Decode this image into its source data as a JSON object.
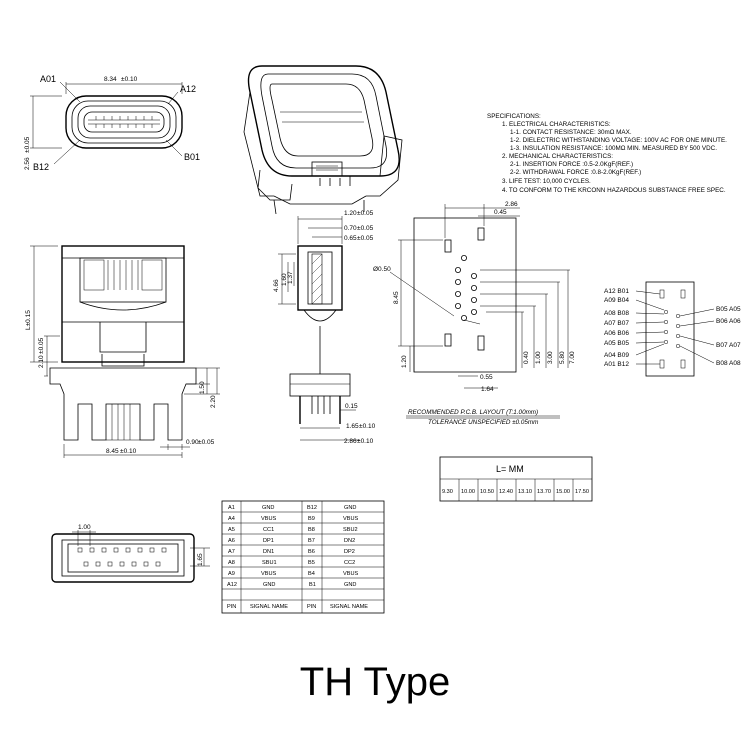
{
  "title": "TH Type",
  "front_view": {
    "pin_a01": "A01",
    "pin_a12": "A12",
    "pin_b12": "B12",
    "pin_b01": "B01",
    "width_dim": "8.34",
    "width_tol": "±0.10",
    "height_dim": "2.56",
    "height_tol": "±0.05"
  },
  "specifications": {
    "heading": "SPECIFICATIONS:",
    "lines": [
      "1. ELECTRICAL CHARACTERISTICS:",
      "1-1. CONTACT RESISTANCE: 30mΩ MAX.",
      "1-2. DIELECTRIC WITHSTANDING VOLTAGE: 100V AC FOR ONE MINUTE.",
      "1-3. INSULATION RESISTANCE: 100MΩ MIN. MEASURED BY 500 VDC.",
      "2. MECHANICAL CHARACTERISTICS:",
      "2-1. INSERTION FORCE :0.5-2.0KgF(REF.)",
      "2-2. WITHDRAWAL FORCE :0.8-2.0KgF(REF.)",
      "3. LIFE TEST: 10,000 CYCLES.",
      "4. TO CONFORM TO THE KRCONN HAZARDOUS SUBSTANCE FREE SPEC."
    ]
  },
  "top_view": {
    "l_label": "L±0.15",
    "dim_210": "2.10",
    "dim_150": "1.50",
    "dim_220": "2.20",
    "dim_090": "0.90",
    "dim_845": "8.45",
    "tol": "±0.05",
    "tol2": "±0.10"
  },
  "side_view": {
    "dim_120": "1.20",
    "dim_070": "0.70",
    "dim_065": "0.65",
    "dim_466": "4.66",
    "dim_160": "1.60",
    "dim_137": "1.37",
    "dim_015": "0.15",
    "dim_165": "1.65",
    "dim_286": "2.86",
    "tol": "±0.05",
    "tol2": "±0.10"
  },
  "pcb_layout": {
    "dim_286": "2.86",
    "dim_045": "0.45",
    "dim_845": "8.45",
    "dim_phi": "Ø0.50",
    "dim_120": "1.20",
    "dim_055": "0.55",
    "dim_164": "1.64",
    "dim_040": "0.40",
    "dim_100": "1.00",
    "dim_300": "3.00",
    "dim_580": "5.80",
    "dim_700": "7.00",
    "caption": "RECOMMENDED  P.C.B. LAYOUT (T:1.00mm)",
    "tolerance": "TOLERANCE UNSPECIFIED ±0.05mm"
  },
  "pin_map": {
    "left": [
      "A12  B01",
      "A09  B04",
      "A08  B08",
      "A07  B07",
      "A06  B06",
      "A05  B05",
      "A04  B09",
      "A01  B12"
    ],
    "right": [
      "B05  A05",
      "B06  A06",
      "B07  A07",
      "B08  A08"
    ]
  },
  "length_table": {
    "header": "L=    MM",
    "values": [
      "9.30",
      "10.00",
      "10.50",
      "12.40",
      "13.10",
      "13.70",
      "15.00",
      "17.50"
    ]
  },
  "bottom_view": {
    "dim_100": "1.00",
    "dim_165": "1.65"
  },
  "signal_table": {
    "rows": [
      [
        "A1",
        "GND",
        "B12",
        "GND"
      ],
      [
        "A4",
        "VBUS",
        "B9",
        "VBUS"
      ],
      [
        "A5",
        "CC1",
        "B8",
        "SBU2"
      ],
      [
        "A6",
        "DP1",
        "B7",
        "DN2"
      ],
      [
        "A7",
        "DN1",
        "B6",
        "DP2"
      ],
      [
        "A8",
        "SBU1",
        "B5",
        "CC2"
      ],
      [
        "A9",
        "VBUS",
        "B4",
        "VBUS"
      ],
      [
        "A12",
        "GND",
        "B1",
        "GND"
      ],
      [
        "",
        "",
        "",
        ""
      ]
    ],
    "footer": [
      "PIN",
      "SIGNAL NAME",
      "PIN",
      "SIGNAL NAME"
    ]
  }
}
